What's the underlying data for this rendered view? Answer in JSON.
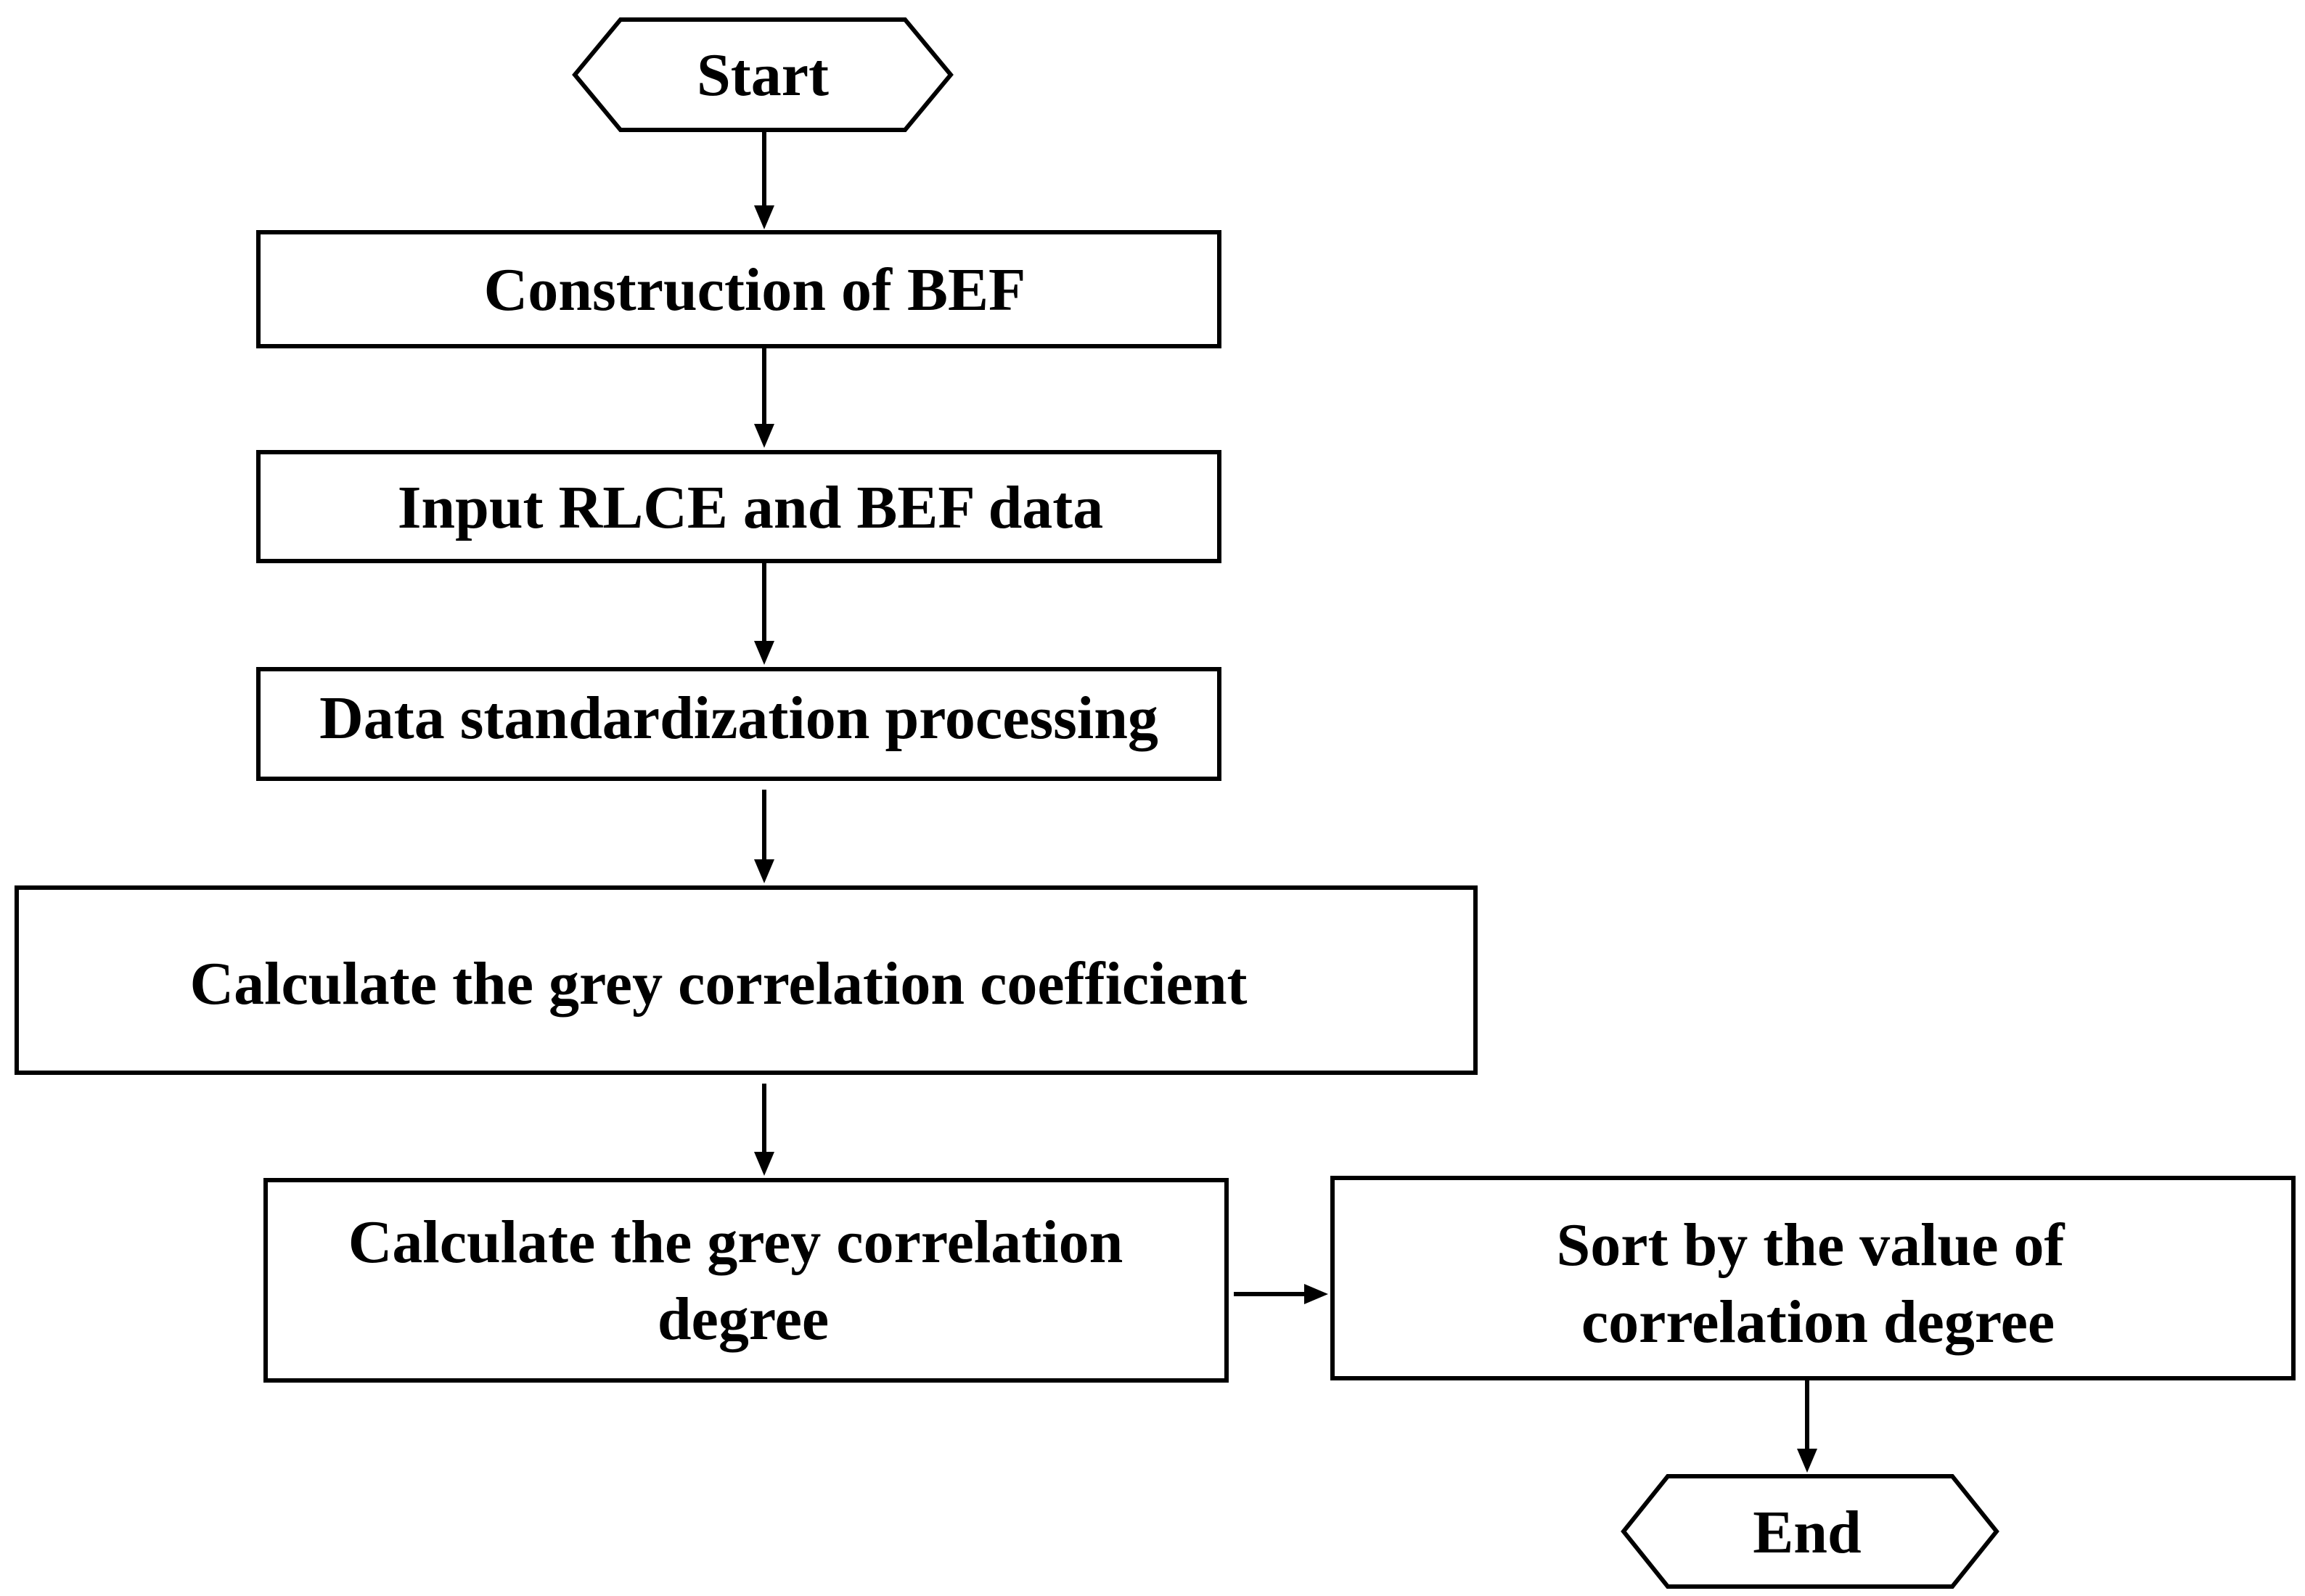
{
  "nodes": {
    "start": {
      "lines": [
        "Start"
      ]
    },
    "construction": {
      "lines": [
        "Construction of BEF"
      ]
    },
    "input": {
      "lines": [
        "Input RLCE and BEF data"
      ]
    },
    "standardization": {
      "lines": [
        "Data standardization processing"
      ]
    },
    "coefficient": {
      "lines": [
        "Calculate the grey correlation coefficient"
      ]
    },
    "degree": {
      "lines": [
        "Calculate the grey correlation",
        "degree"
      ]
    },
    "sort": {
      "lines": [
        "Sort by the value of",
        "correlation degree"
      ]
    },
    "end": {
      "lines": [
        "End"
      ]
    }
  },
  "edges": [
    {
      "from": "start",
      "to": "construction"
    },
    {
      "from": "construction",
      "to": "input"
    },
    {
      "from": "input",
      "to": "standardization"
    },
    {
      "from": "standardization",
      "to": "coefficient"
    },
    {
      "from": "coefficient",
      "to": "degree"
    },
    {
      "from": "degree",
      "to": "sort"
    },
    {
      "from": "sort",
      "to": "end"
    }
  ]
}
